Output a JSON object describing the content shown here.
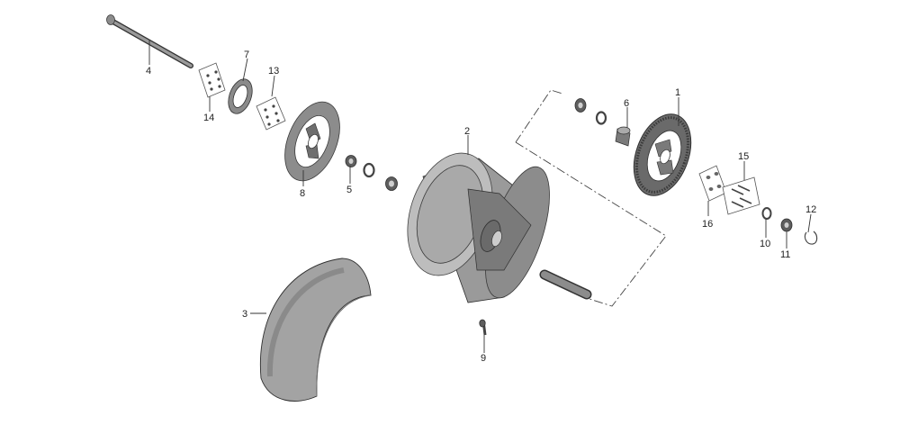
{
  "callouts": {
    "c1": "1",
    "c2": "2",
    "c3": "3",
    "c4": "4",
    "c5": "5",
    "c6": "6",
    "c7": "7",
    "c8": "8",
    "c9": "9",
    "c10": "10",
    "c11": "11",
    "c12": "12",
    "c13": "13",
    "c14": "14",
    "c15": "15",
    "c16": "16"
  },
  "colors": {
    "part_dark": "#5e5e5e",
    "part_mid": "#8c8c8c",
    "part_light": "#bdbdbd",
    "line": "#333333"
  }
}
